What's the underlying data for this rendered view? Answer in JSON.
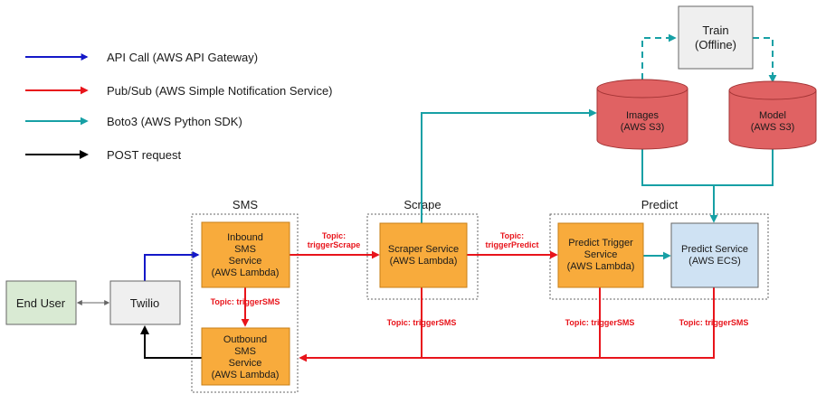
{
  "colors": {
    "api": "#1418c8",
    "pubsub": "#e8141b",
    "boto": "#17a0a5",
    "post": "#000000",
    "lambda_fill": "#f8ab3c",
    "lambda_stroke": "#c77f17",
    "s3_fill": "#e06263",
    "s3_stroke": "#a33435",
    "ecs_fill": "#cfe2f3",
    "user_fill": "#d9ead3",
    "gray_fill": "#efefef",
    "gray_stroke": "#666666"
  },
  "legend": {
    "api": "API Call (AWS API Gateway)",
    "pubsub": "Pub/Sub (AWS Simple Notification Service)",
    "boto": "Boto3 (AWS Python SDK)",
    "post": "POST request"
  },
  "groups": {
    "sms": "SMS",
    "scrape": "Scrape",
    "predict": "Predict"
  },
  "nodes": {
    "end_user": "End User",
    "twilio": "Twilio",
    "inbound": [
      "Inbound",
      "SMS",
      "Service",
      "(AWS Lambda)"
    ],
    "outbound": [
      "Outbound",
      "SMS",
      "Service",
      "(AWS Lambda)"
    ],
    "scraper": [
      "Scraper Service",
      "(AWS Lambda)"
    ],
    "predict_trigger": [
      "Predict Trigger",
      "Service",
      "(AWS Lambda)"
    ],
    "predict_service": [
      "Predict Service",
      "(AWS ECS)"
    ],
    "images": [
      "Images",
      "(AWS S3)"
    ],
    "model": [
      "Model",
      "(AWS S3)"
    ],
    "train": [
      "Train",
      "(Offline)"
    ]
  },
  "topics": {
    "trigger_scrape": [
      "Topic:",
      "triggerScrape"
    ],
    "trigger_predict": [
      "Topic:",
      "triggerPredict"
    ],
    "trigger_sms": "Topic: triggerSMS"
  }
}
